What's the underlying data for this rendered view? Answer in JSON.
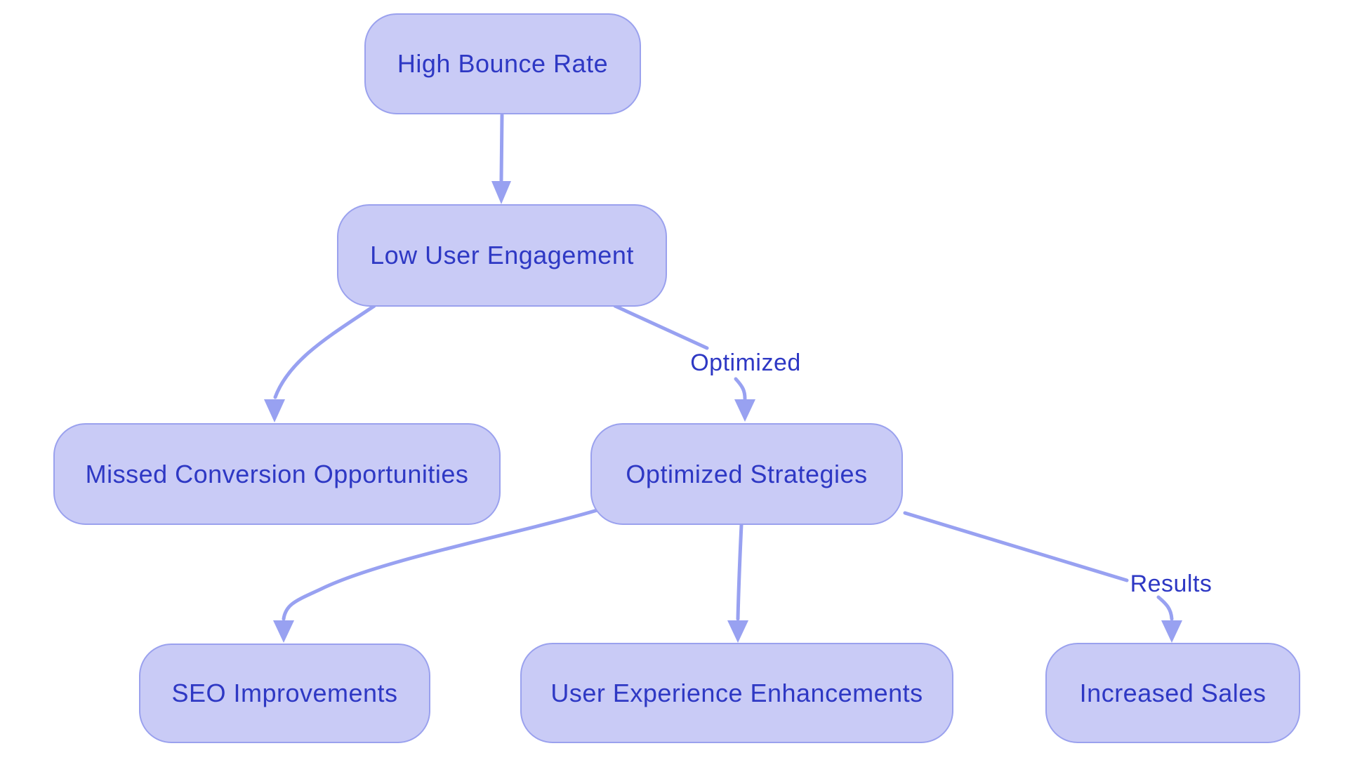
{
  "diagram": {
    "type": "flowchart",
    "background": "#ffffff",
    "colors": {
      "node_fill": "#c9cbf6",
      "node_border": "#9aa1ee",
      "node_text": "#2e38c4",
      "edge_stroke": "#98a1f1",
      "edge_label_text": "#2e38c4"
    },
    "nodes": [
      {
        "id": "high-bounce-rate",
        "label": "High Bounce Rate"
      },
      {
        "id": "low-user-engagement",
        "label": "Low User Engagement"
      },
      {
        "id": "missed-conversion-opportunities",
        "label": "Missed Conversion Opportunities"
      },
      {
        "id": "optimized-strategies",
        "label": "Optimized Strategies"
      },
      {
        "id": "seo-improvements",
        "label": "SEO Improvements"
      },
      {
        "id": "user-experience-enhancements",
        "label": "User Experience Enhancements"
      },
      {
        "id": "increased-sales",
        "label": "Increased Sales"
      }
    ],
    "edges": [
      {
        "from": "High Bounce Rate",
        "to": "Low User Engagement",
        "label": ""
      },
      {
        "from": "Low User Engagement",
        "to": "Missed Conversion Opportunities",
        "label": ""
      },
      {
        "from": "Low User Engagement",
        "to": "Optimized Strategies",
        "label": "Optimized"
      },
      {
        "from": "Optimized Strategies",
        "to": "SEO Improvements",
        "label": ""
      },
      {
        "from": "Optimized Strategies",
        "to": "User Experience Enhancements",
        "label": ""
      },
      {
        "from": "Optimized Strategies",
        "to": "Increased Sales",
        "label": "Results"
      }
    ]
  }
}
